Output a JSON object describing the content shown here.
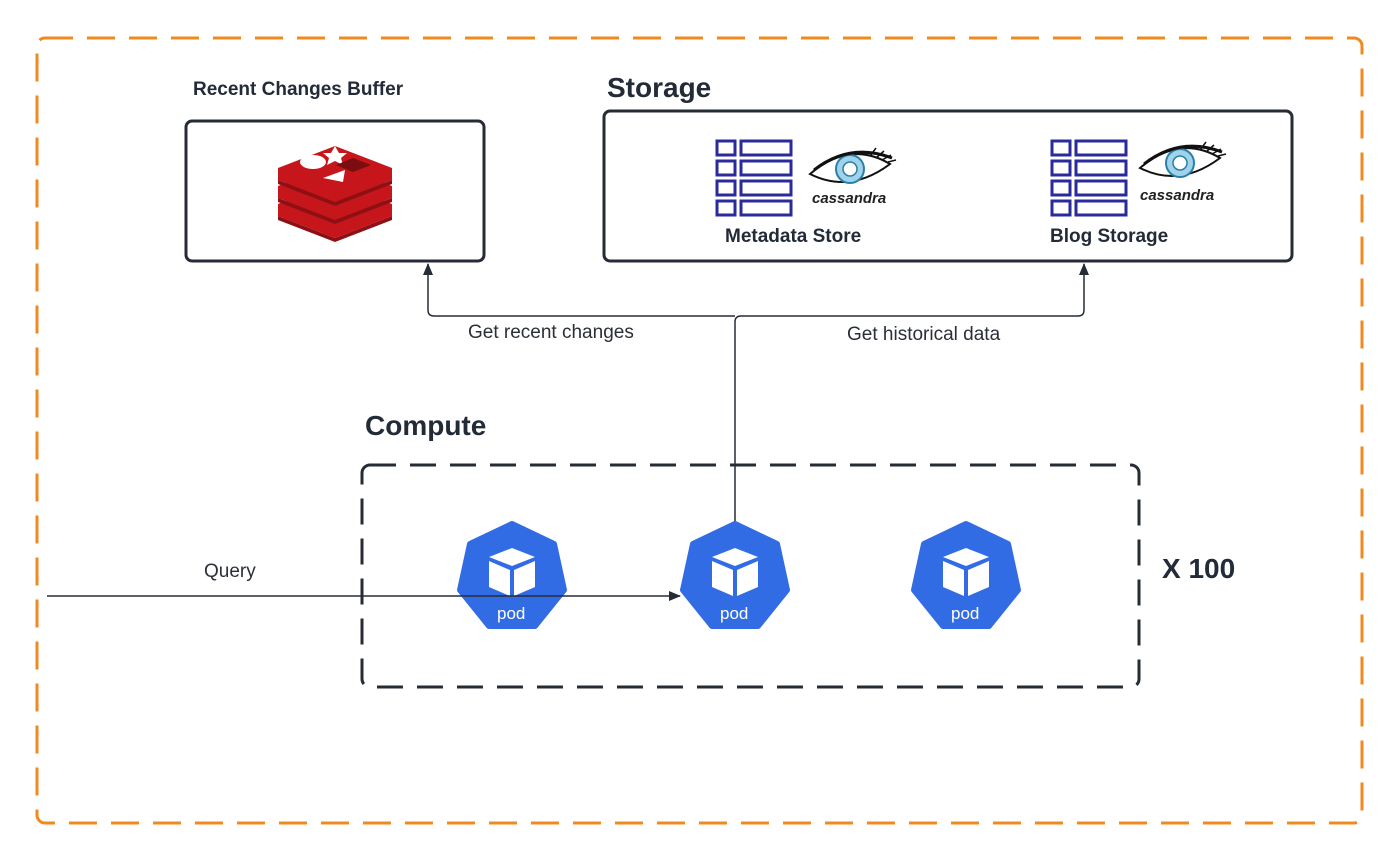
{
  "diagram": {
    "colors": {
      "outer_border": "#f0891f",
      "box_border": "#262c36",
      "arrow": "#262c36",
      "pod_blue": "#326ce5",
      "redis_red": "#c6161b",
      "redis_dark": "#8f1014",
      "table_blue": "#2a2a9c",
      "eye_blue": "#9fd3ea"
    },
    "regions": {
      "buffer": {
        "title": "Recent Changes Buffer",
        "icon": "redis-icon"
      },
      "storage": {
        "title": "Storage",
        "stores": [
          {
            "label": "Metadata Store",
            "icon": "table-icon",
            "engine": "cassandra"
          },
          {
            "label": "Blog Storage",
            "icon": "table-icon",
            "engine": "cassandra"
          }
        ]
      },
      "compute": {
        "title": "Compute",
        "pods": [
          {
            "label": "pod"
          },
          {
            "label": "pod"
          },
          {
            "label": "pod"
          }
        ],
        "multiplier": "X 100"
      }
    },
    "edges": [
      {
        "from": "external",
        "to": "pod-2",
        "label": "Query"
      },
      {
        "from": "pod-2",
        "to": "buffer",
        "label": "Get recent changes"
      },
      {
        "from": "pod-2",
        "to": "storage",
        "label": "Get historical data"
      }
    ]
  }
}
